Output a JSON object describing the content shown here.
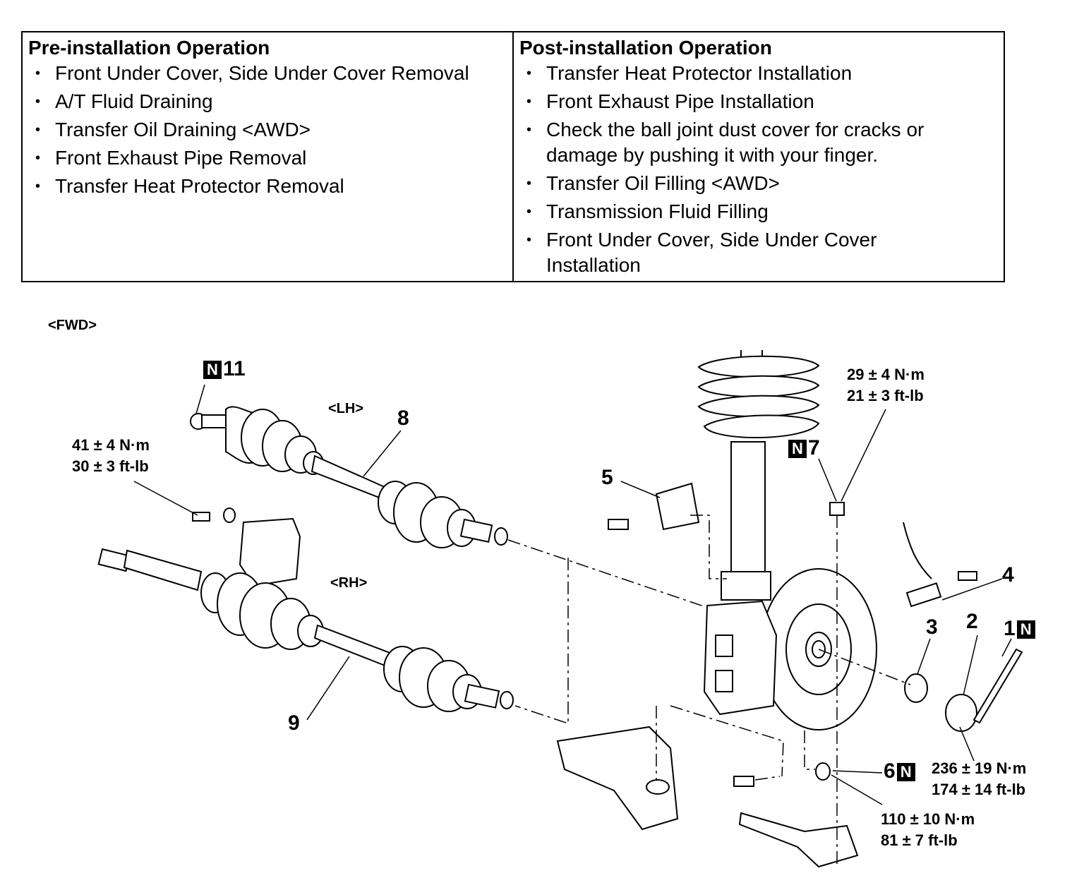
{
  "ops": {
    "pre": {
      "title": "Pre-installation Operation",
      "items": [
        "Front Under Cover, Side Under Cover Removal",
        "A/T Fluid Draining",
        "Transfer Oil Draining <AWD>",
        "Front Exhaust Pipe Removal",
        "Transfer Heat Protector Removal"
      ]
    },
    "post": {
      "title": "Post-installation Operation",
      "items": [
        "Transfer Heat Protector Installation",
        "Front Exhaust Pipe Installation",
        "Check the ball joint dust cover for cracks or damage by pushing it with your finger.",
        "Transfer Oil Filling <AWD>",
        "Transmission Fluid Filling",
        "Front Under Cover, Side Under Cover Installation"
      ]
    },
    "bullet": "•"
  },
  "diagram": {
    "variant": "<FWD>",
    "lh": "<LH>",
    "rh": "<RH>",
    "new_part_mark": "N",
    "parts": {
      "p1": "1",
      "p2": "2",
      "p3": "3",
      "p4": "4",
      "p5": "5",
      "p6": "6",
      "p7": "7",
      "p8": "8",
      "p9": "9",
      "p11": "11"
    },
    "torques": {
      "t_bracket": [
        "41 ± 4 N·m",
        "30 ± 3 ft-lb"
      ],
      "t_strut": [
        "29 ± 4 N·m",
        "21 ± 3 ft-lb"
      ],
      "t_hubnut": [
        "236 ± 19 N·m",
        "174 ± 14 ft-lb"
      ],
      "t_tierod": [
        "110 ± 10 N·m",
        "81 ± 7 ft-lb"
      ]
    }
  }
}
